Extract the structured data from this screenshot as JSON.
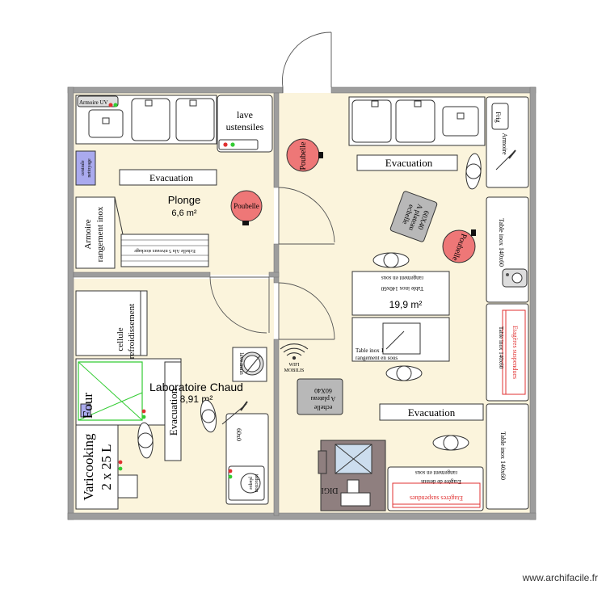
{
  "rooms": {
    "plonge": {
      "name": "Plonge",
      "area": "6,6 m²"
    },
    "salle": {
      "area": "19,9 m²"
    },
    "labo": {
      "name": "Laboratoire Chaud",
      "area": "8,91 m²"
    }
  },
  "labels": {
    "armoire_uv": "Armoire UV",
    "lave": "lave",
    "ustensiles": "ustensiles",
    "centrale_1": "centrale",
    "centrale_2": "nettoyage",
    "evacuation": "Evacuation",
    "poubelle": "Poubelle",
    "armoire_inox_1": "Armoire",
    "armoire_inox_2": "rangement inox",
    "echelle_alu": "Echelle Alu 5 niveaux stockage",
    "cellule_1": "cellule",
    "cellule_2": "refroidissement",
    "four": "Four",
    "varicooking_1": "Varicooking",
    "varicooking_2": "2 x 25 L",
    "lave_mains": "lave main",
    "wifi_1": "WIFI",
    "wifi_2": "MOBILIS",
    "echelle_plateau_1": "echelle",
    "echelle_plateau_2": "A  plateau",
    "echelle_plateau_3": "60X40",
    "table_140": "Table inox 140x60",
    "table_140_b": "Table inox 1",
    "table_sous": "rangement en sous",
    "etageres": "Etagères suspendues",
    "etagere_dessus": "Etagère de dessus",
    "frigo_1": "Frig",
    "frigo_2": "Armoire",
    "digi": "DIGI",
    "plaque_1": "plaque",
    "plaque_2": "induction",
    "sixty": "60x0"
  },
  "watermark": "www.archifacile.fr",
  "colors": {
    "floor": "#fbf4dc",
    "wall": "#9a9a9a",
    "bin": "#ee7777",
    "red_accent": "#e03030",
    "green_accent": "#33cc33",
    "appliance_purple": "#aaaaee",
    "digi_dark": "#8f7f7f"
  }
}
